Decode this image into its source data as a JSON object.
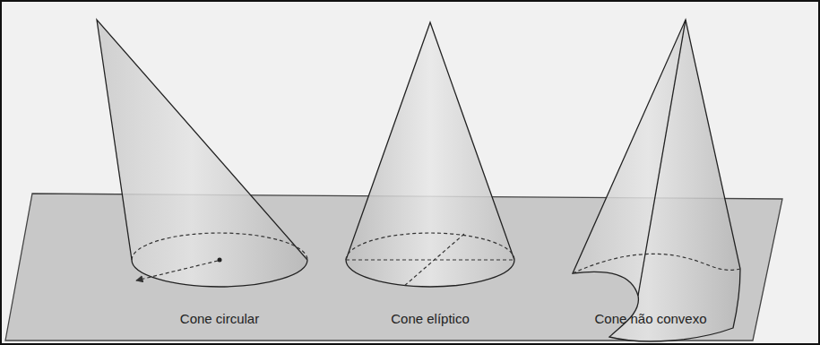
{
  "diagram": {
    "labels": [
      "Cone circular",
      "Cone elíptico",
      "Cone não convexo"
    ]
  }
}
